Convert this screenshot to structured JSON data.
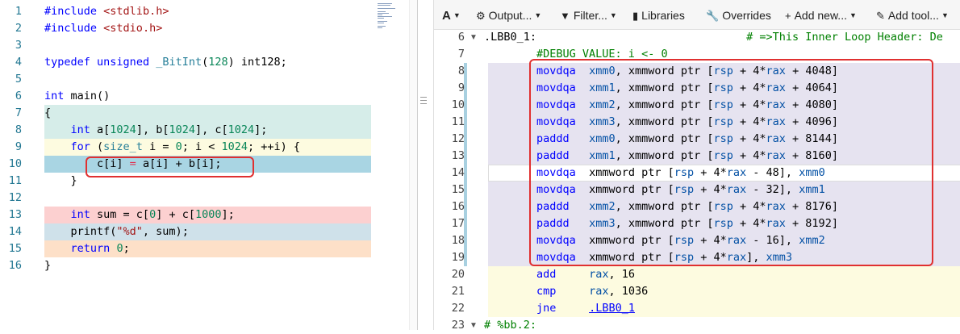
{
  "colors": {
    "highlight_green": "#d6ede9",
    "highlight_yellow": "#fdfbe0",
    "highlight_blue": "#a9d5e3",
    "highlight_red": "#fcd0d0",
    "highlight_lightblue": "#cfe1ea",
    "highlight_orange": "#fde0c8",
    "asm_purple": "#e6e3f0",
    "asm_yellow": "#fdfbe0",
    "red_box": "#e03030"
  },
  "source": {
    "line_numbers": [
      "1",
      "2",
      "3",
      "4",
      "5",
      "6",
      "7",
      "8",
      "9",
      "10",
      "11",
      "12",
      "13",
      "14",
      "15",
      "16"
    ],
    "lines": [
      {
        "t": "#include <stdlib.h>"
      },
      {
        "t": "#include <stdio.h>"
      },
      {
        "t": ""
      },
      {
        "t": "typedef unsigned _BitInt(128) int128;"
      },
      {
        "t": ""
      },
      {
        "t": "int main()"
      },
      {
        "t": "{"
      },
      {
        "t": "    int a[1024], b[1024], c[1024];"
      },
      {
        "t": "    for (size_t i = 0; i < 1024; ++i) {"
      },
      {
        "t": "        c[i] = a[i] + b[i];"
      },
      {
        "t": "    }"
      },
      {
        "t": ""
      },
      {
        "t": "    int sum = c[0] + c[1000];"
      },
      {
        "t": "    printf(\"%d\", sum);"
      },
      {
        "t": "    return 0;"
      },
      {
        "t": "}"
      }
    ]
  },
  "toolbar": {
    "font_label": "A",
    "output_label": "Output...",
    "filter_label": "Filter...",
    "libraries_label": "Libraries",
    "overrides_label": "Overrides",
    "add_new_label": "Add new...",
    "add_tool_label": "Add tool..."
  },
  "asm": {
    "line_numbers": [
      "6",
      "7",
      "8",
      "9",
      "10",
      "11",
      "12",
      "13",
      "14",
      "15",
      "16",
      "17",
      "18",
      "19",
      "20",
      "21",
      "22",
      "23"
    ],
    "lines": [
      {
        "t": ".LBB0_1:                                # =>This Inner Loop Header: De"
      },
      {
        "t": "        #DEBUG_VALUE: i <- 0"
      },
      {
        "t": "        movdqa  xmm0, xmmword ptr [rsp + 4*rax + 4048]"
      },
      {
        "t": "        movdqa  xmm1, xmmword ptr [rsp + 4*rax + 4064]"
      },
      {
        "t": "        movdqa  xmm2, xmmword ptr [rsp + 4*rax + 4080]"
      },
      {
        "t": "        movdqa  xmm3, xmmword ptr [rsp + 4*rax + 4096]"
      },
      {
        "t": "        paddd   xmm0, xmmword ptr [rsp + 4*rax + 8144]"
      },
      {
        "t": "        paddd   xmm1, xmmword ptr [rsp + 4*rax + 8160]"
      },
      {
        "t": "        movdqa  xmmword ptr [rsp + 4*rax - 48], xmm0"
      },
      {
        "t": "        movdqa  xmmword ptr [rsp + 4*rax - 32], xmm1"
      },
      {
        "t": "        paddd   xmm2, xmmword ptr [rsp + 4*rax + 8176]"
      },
      {
        "t": "        paddd   xmm3, xmmword ptr [rsp + 4*rax + 8192]"
      },
      {
        "t": "        movdqa  xmmword ptr [rsp + 4*rax - 16], xmm2"
      },
      {
        "t": "        movdqa  xmmword ptr [rsp + 4*rax], xmm3"
      },
      {
        "t": "        add     rax, 16"
      },
      {
        "t": "        cmp     rax, 1036"
      },
      {
        "t": "        jne     .LBB0_1"
      },
      {
        "t": "# %bb.2:"
      }
    ]
  }
}
